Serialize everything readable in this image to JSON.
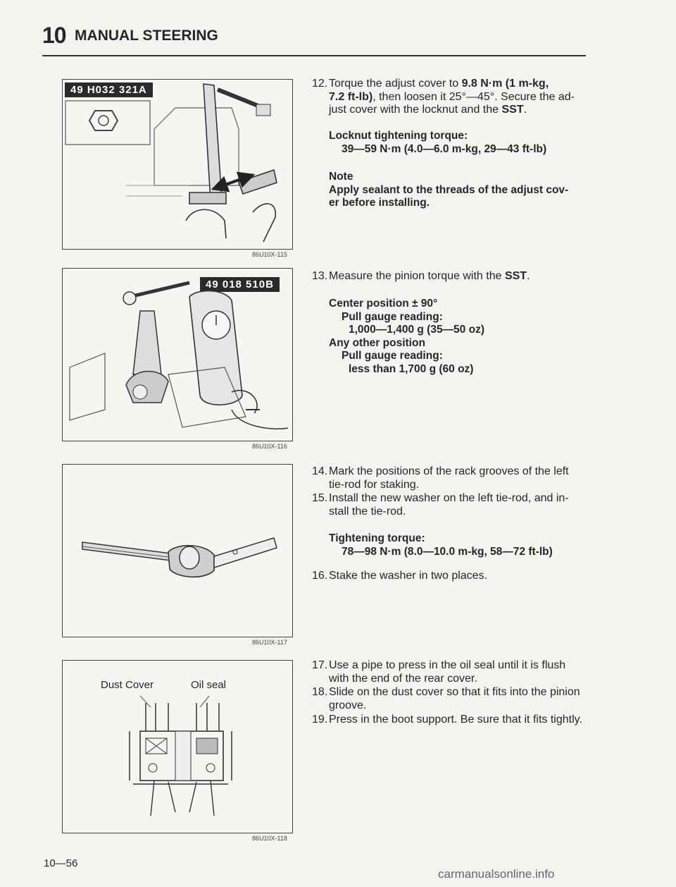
{
  "header": {
    "chapter": "10",
    "title": "MANUAL STEERING"
  },
  "figures": [
    {
      "sst": "49 H032 321A",
      "caption": "86U10X-115"
    },
    {
      "sst": "49 018 510B",
      "caption": "86U10X-116"
    },
    {
      "caption": "86U10X-117"
    },
    {
      "caption": "86U10X-118",
      "labels": [
        "Dust Cover",
        "Oil seal"
      ]
    }
  ],
  "steps": {
    "s12": {
      "num": "12.",
      "pre": "Torque the adjust cover to ",
      "bold1": "9.8 N·m (1 m-kg,",
      "bold2": "7.2 ft-lb)",
      "post": ", then loosen it 25°—45°. Secure the ad-",
      "line3a": "just cover with the locknut and the ",
      "line3b": "SST",
      "line3c": "."
    },
    "s12_spec": {
      "label": "Locknut tightening torque:",
      "value": "39—59 N·m (4.0—6.0 m-kg, 29—43 ft-lb)"
    },
    "s12_note": {
      "label": "Note",
      "line1": "Apply sealant to the threads of the adjust cov-",
      "line2": "er before installing."
    },
    "s13": {
      "num": "13.",
      "text": "Measure the pinion torque with the ",
      "sst": "SST",
      "end": "."
    },
    "s13_spec": {
      "l1": "Center position ± 90°",
      "l2": "Pull gauge reading:",
      "l3": "1,000—1,400 g (35—50 oz)",
      "l4": "Any other position",
      "l5": "Pull gauge reading:",
      "l6": "less than 1,700 g (60 oz)"
    },
    "s14": {
      "num": "14.",
      "l1": "Mark the positions of the rack grooves of the left",
      "l2": "tie-rod for staking."
    },
    "s15": {
      "num": "15.",
      "l1": "Install the new washer on the left tie-rod, and in-",
      "l2": "stall the tie-rod."
    },
    "s15_spec": {
      "label": "Tightening torque:",
      "value": "78—98 N·m (8.0—10.0 m-kg, 58—72 ft-lb)"
    },
    "s16": {
      "num": "16.",
      "text": "Stake the washer in two places."
    },
    "s17": {
      "num": "17.",
      "l1": "Use a pipe to press in the oil seal until it is flush",
      "l2": "with the end of the rear cover."
    },
    "s18": {
      "num": "18.",
      "l1": "Slide on the dust cover so that it fits into the pinion",
      "l2": "groove."
    },
    "s19": {
      "num": "19.",
      "text": "Press in the boot support. Be sure that it fits tightly."
    }
  },
  "page_number": "10—56",
  "watermark": "carmanualsonline.info"
}
